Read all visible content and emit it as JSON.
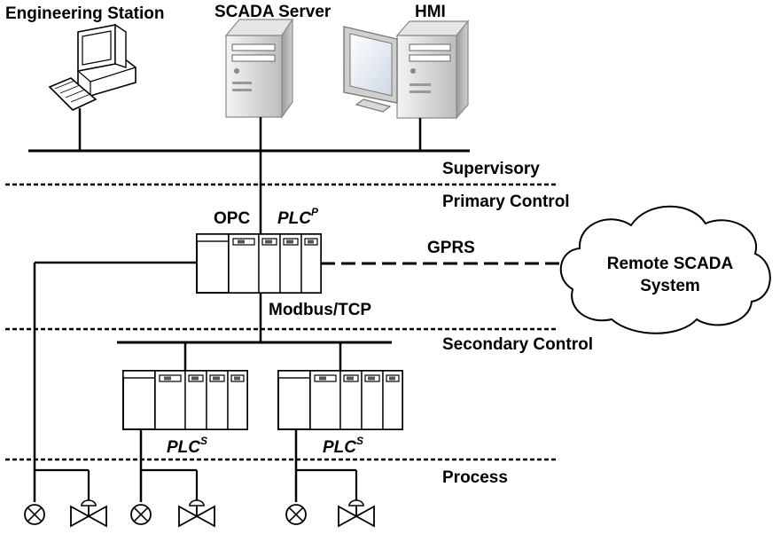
{
  "devices": {
    "engineering_station": "Engineering Station",
    "scada_server": "SCADA Server",
    "hmi": "HMI"
  },
  "levels": {
    "supervisory": "Supervisory",
    "primary_control": "Primary Control",
    "secondary_control": "Secondary Control",
    "process": "Process"
  },
  "primary_plc": {
    "opc": "OPC",
    "plc": "PLC",
    "superscript": "P"
  },
  "links": {
    "gprs": "GPRS",
    "modbus": "Modbus/TCP"
  },
  "remote": {
    "line1": "Remote SCADA",
    "line2": "System"
  },
  "secondary_plcs": [
    {
      "plc": "PLC",
      "superscript": "S"
    },
    {
      "plc": "PLC",
      "superscript": "S"
    }
  ]
}
